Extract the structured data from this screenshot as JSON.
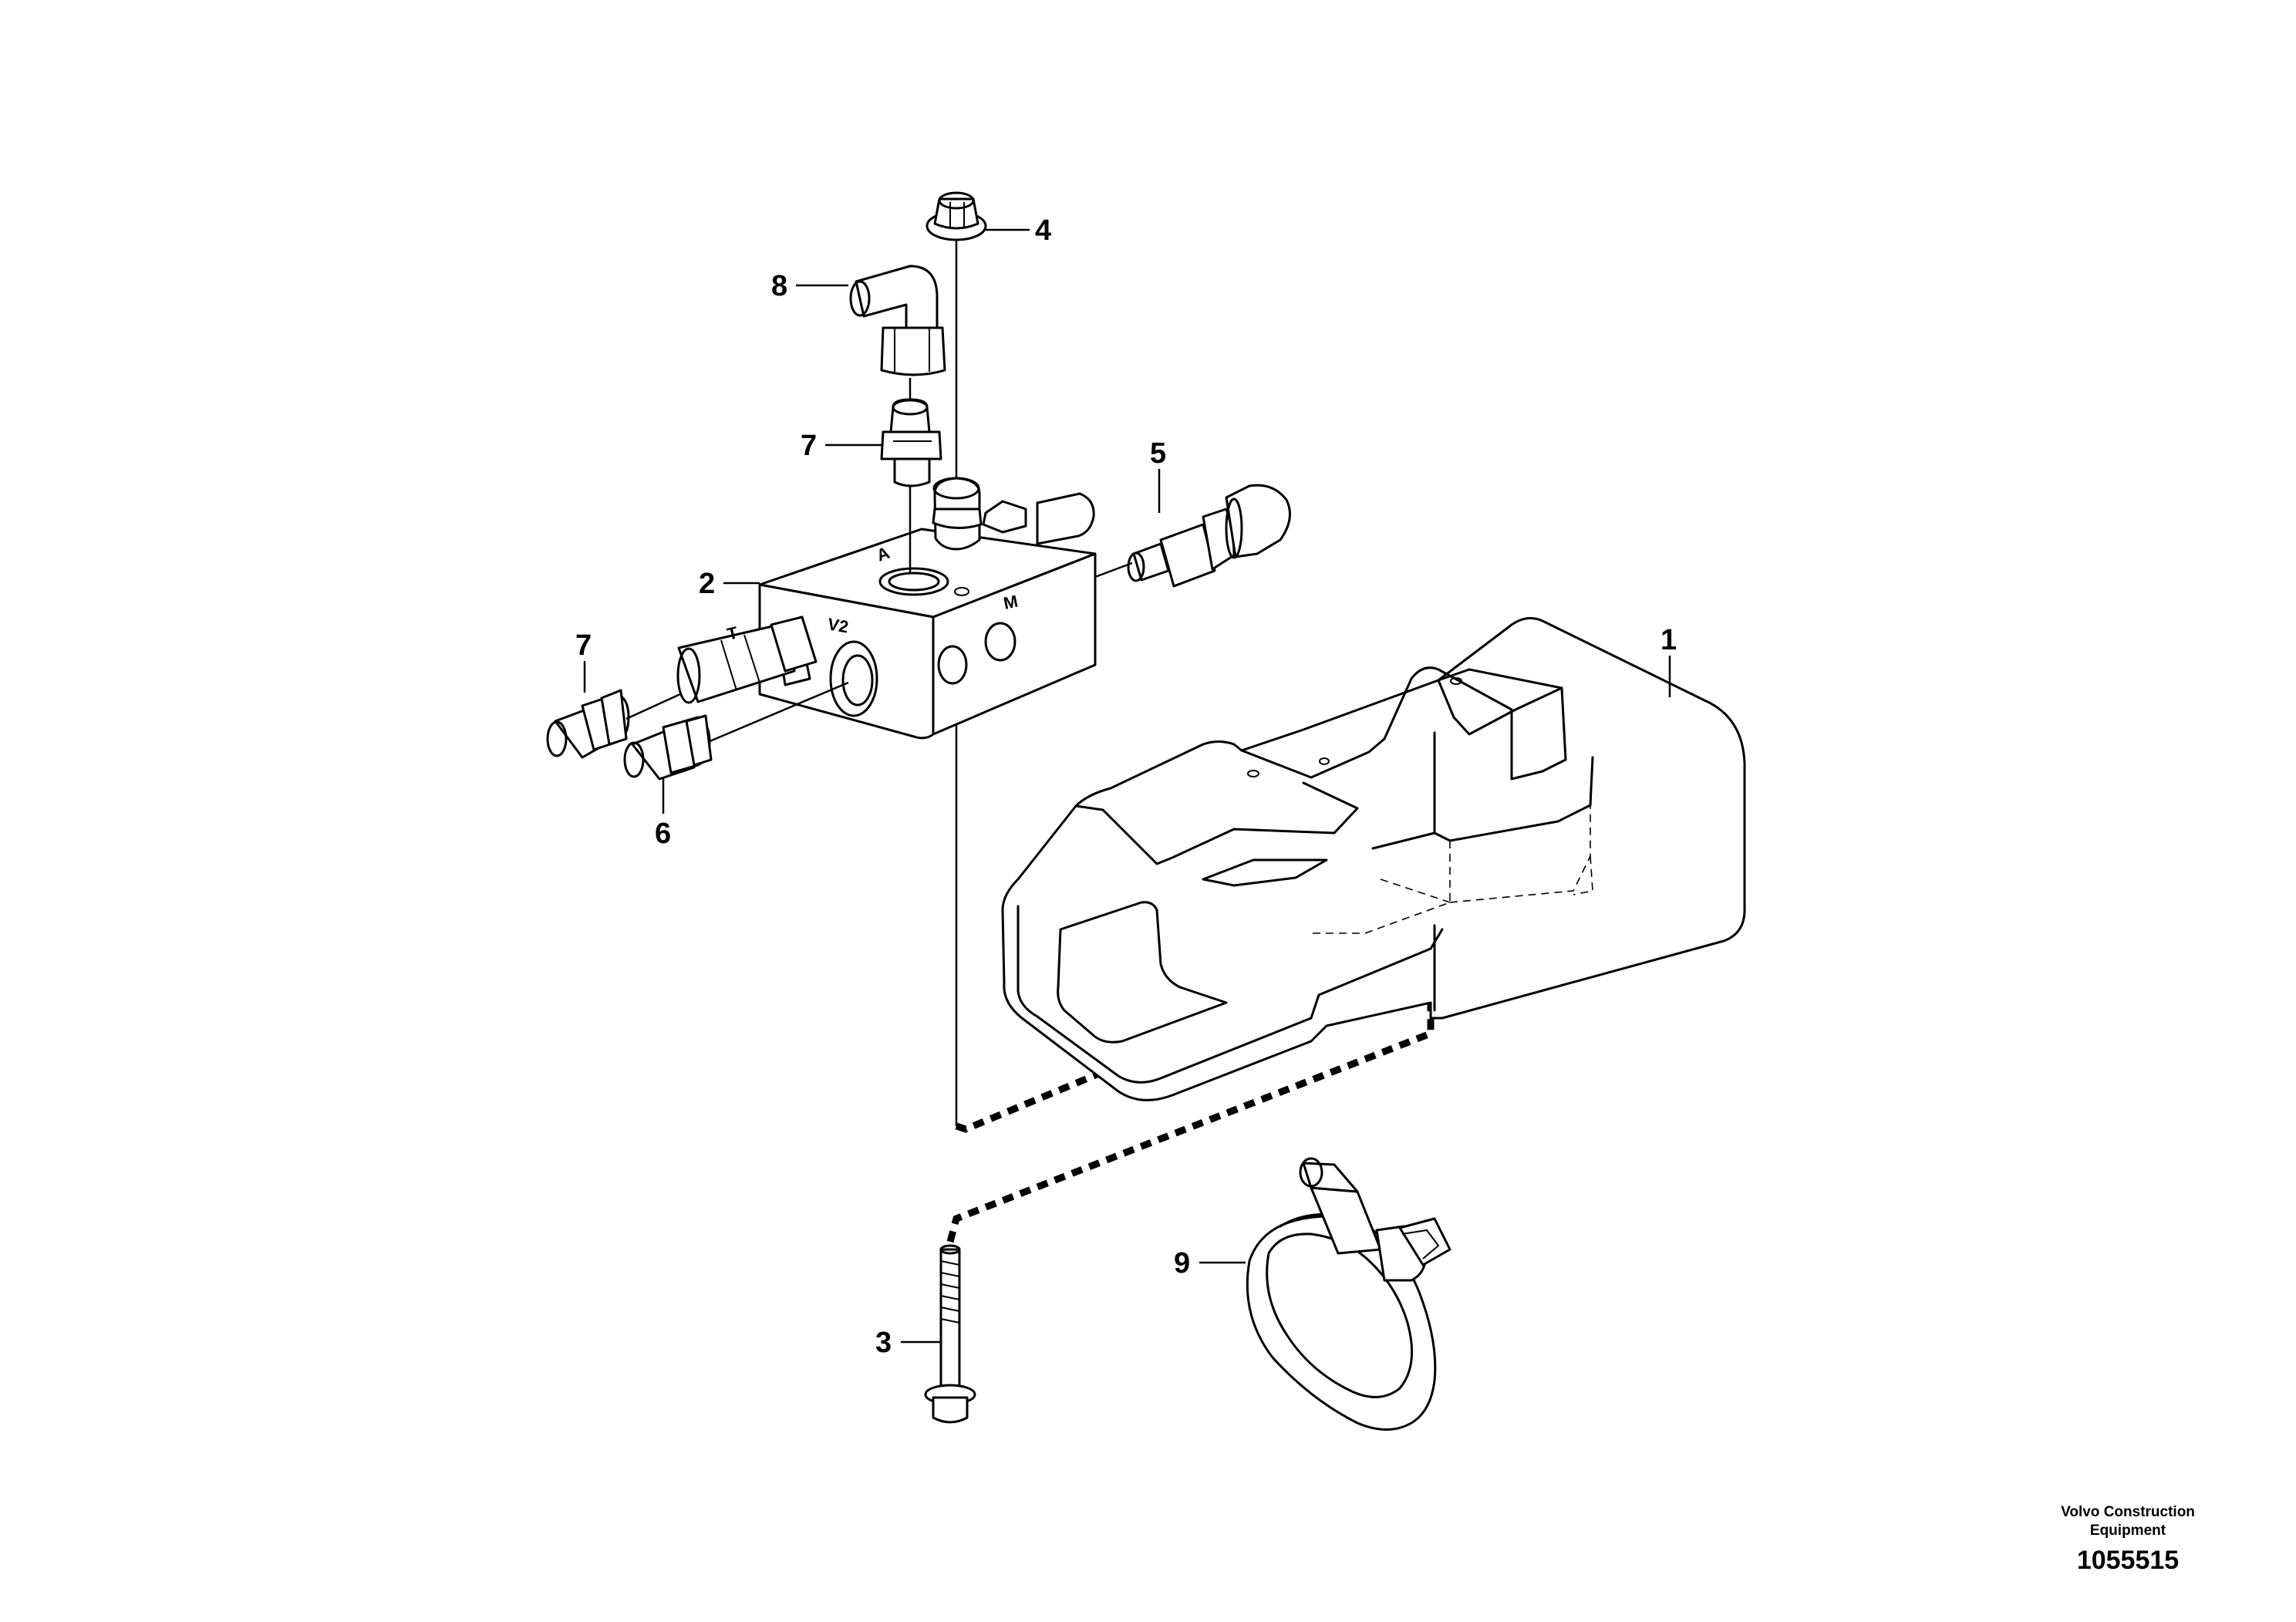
{
  "diagram": {
    "callouts": {
      "c1": "1",
      "c2": "2",
      "c3": "3",
      "c4": "4",
      "c5": "5",
      "c6": "6",
      "c7a": "7",
      "c7b": "7",
      "c8": "8",
      "c9": "9"
    },
    "port_marks": {
      "v2": "V2",
      "m": "M",
      "t": "T",
      "a": "A"
    }
  },
  "footer": {
    "brand_line1": "Volvo Construction",
    "brand_line2": "Equipment",
    "doc_number": "1055515"
  }
}
